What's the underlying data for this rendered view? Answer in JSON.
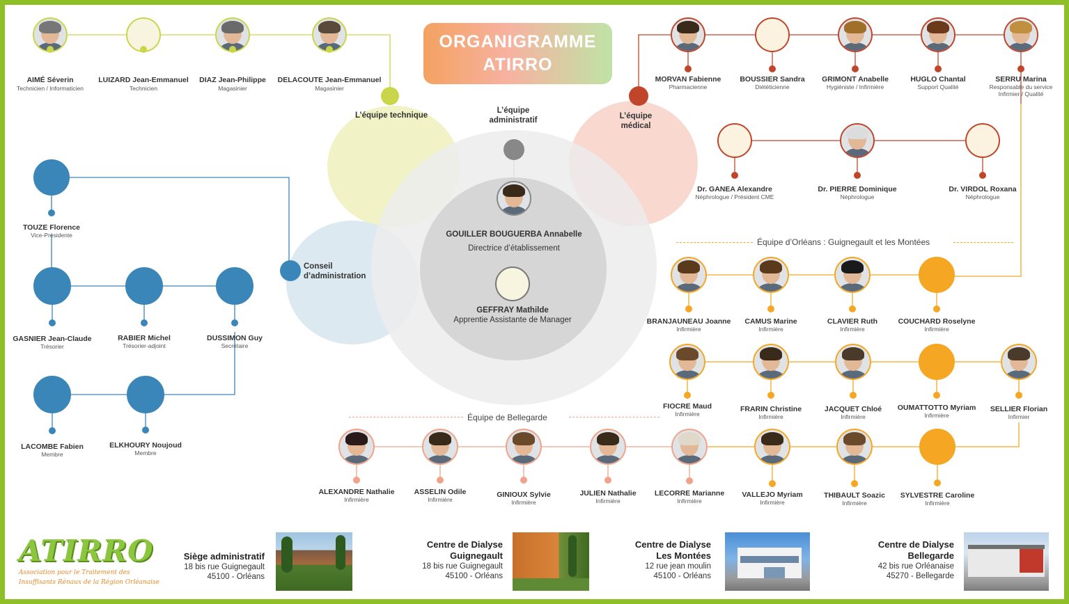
{
  "title": {
    "line1": "ORGANIGRAMME",
    "line2": "ATIRRO"
  },
  "teams": {
    "technique": "L’équipe technique",
    "administratif_l1": "L’équipe",
    "administratif_l2": "administratif",
    "medical_l1": "L’équipe",
    "medical_l2": "médical",
    "conseil_l1": "Conseil",
    "conseil_l2": "d’administration"
  },
  "sections": {
    "orleans": "Équipe d’Orléans : Guignegault et les Montées",
    "bellegarde": "Équipe de Bellegarde"
  },
  "colors": {
    "frame": "#8fbf26",
    "technique": "#c9d64a",
    "medical": "#c0452b",
    "conseil": "#3a86b8",
    "orleans": "#f5a623",
    "bellegarde": "#f0a38a",
    "admin": "#888888"
  },
  "people": {
    "technique": [
      {
        "name": "AIMÉ Séverin",
        "role": "Technicien / Informaticien"
      },
      {
        "name": "LUIZARD Jean-Emmanuel",
        "role": "Technicien"
      },
      {
        "name": "DIAZ Jean-Philippe",
        "role": "Magasinier"
      },
      {
        "name": "DELACOUTE Jean-Emmanuel",
        "role": "Magasinier"
      }
    ],
    "medical": [
      {
        "name": "MORVAN Fabienne",
        "role": "Pharmacienne"
      },
      {
        "name": "BOUSSIER Sandra",
        "role": "Diététicienne"
      },
      {
        "name": "GRIMONT Anabelle",
        "role": "Hygiéniste / Infirmière"
      },
      {
        "name": "HUGLO Chantal",
        "role": "Support Qualité"
      },
      {
        "name": "SERRU Marina",
        "role": "Responsable du service",
        "role2": "Infirmier / Qualité"
      }
    ],
    "doctors": [
      {
        "name": "Dr. GANEA Alexandre",
        "role": "Néphrologue / Président CME"
      },
      {
        "name": "Dr. PIERRE Dominique",
        "role": "Néphrologue"
      },
      {
        "name": "Dr. VIRDOL Roxana",
        "role": "Néphrologue"
      }
    ],
    "admin": [
      {
        "name": "GOUILLER BOUGUERBA Annabelle",
        "role": "Directrice d’établissement"
      },
      {
        "name": "GEFFRAY Mathilde",
        "role": "Apprentie Assistante de Manager"
      }
    ],
    "conseil": [
      {
        "name": "TOUZE Florence",
        "role": "Vice-Présidente"
      },
      {
        "name": "GASNIER Jean-Claude",
        "role": "Trésorier"
      },
      {
        "name": "RABIER Michel",
        "role": "Trésorier-adjoint"
      },
      {
        "name": "DUSSIMON Guy",
        "role": "Secrétaire"
      },
      {
        "name": "LACOMBE Fabien",
        "role": "Membre"
      },
      {
        "name": "ELKHOURY Noujoud",
        "role": "Membre"
      }
    ],
    "orleans_row1": [
      {
        "name": "BRANJAUNEAU Joanne",
        "role": "Infirmière"
      },
      {
        "name": "CAMUS Marine",
        "role": "Infirmière"
      },
      {
        "name": "CLAVIER Ruth",
        "role": "Infirmière"
      },
      {
        "name": "COUCHARD Roselyne",
        "role": "Infirmière"
      }
    ],
    "orleans_row2": [
      {
        "name": "FIOCRE Maud",
        "role": "Infirmière"
      },
      {
        "name": "FRARIN Christine",
        "role": "Infirmière"
      },
      {
        "name": "JACQUET Chloé",
        "role": "Infirmière"
      },
      {
        "name": "OUMATTOTTO Myriam",
        "role": "Infirmière"
      },
      {
        "name": "SELLIER Florian",
        "role": "Infirmier"
      }
    ],
    "bottom_row": [
      {
        "name": "ALEXANDRE Nathalie",
        "role": "Infirmière"
      },
      {
        "name": "ASSELIN Odile",
        "role": "Infirmière"
      },
      {
        "name": "GINIOUX Sylvie",
        "role": "Infirmière"
      },
      {
        "name": "JULIEN Nathalie",
        "role": "Infirmière"
      },
      {
        "name": "LECORRE Marianne",
        "role": "Infirmière"
      },
      {
        "name": "VALLEJO Myriam",
        "role": "Infirmière"
      },
      {
        "name": "THIBAULT Soazic",
        "role": "Infirmière"
      },
      {
        "name": "SYLVESTRE Caroline",
        "role": "Infirmière"
      }
    ]
  },
  "logo": {
    "name": "ATIRRO",
    "tagline1": "Association pour le Traitement des",
    "tagline2": "Insuffisants Rénaux de la Région Orléanaise"
  },
  "sites": [
    {
      "title1": "Siège administratif",
      "title2": "",
      "addr1": "18 bis rue Guignegault",
      "addr2": "45100 - Orléans"
    },
    {
      "title1": "Centre de Dialyse",
      "title2": "Guignegault",
      "addr1": "18 bis rue Guignegault",
      "addr2": "45100 - Orléans"
    },
    {
      "title1": "Centre de Dialyse",
      "title2": "Les Montées",
      "addr1": "12 rue jean moulin",
      "addr2": "45100 - Orléans"
    },
    {
      "title1": "Centre de Dialyse",
      "title2": "Bellegarde",
      "addr1": "42 bis rue Orléanaise",
      "addr2": "45270 - Bellegarde"
    }
  ]
}
